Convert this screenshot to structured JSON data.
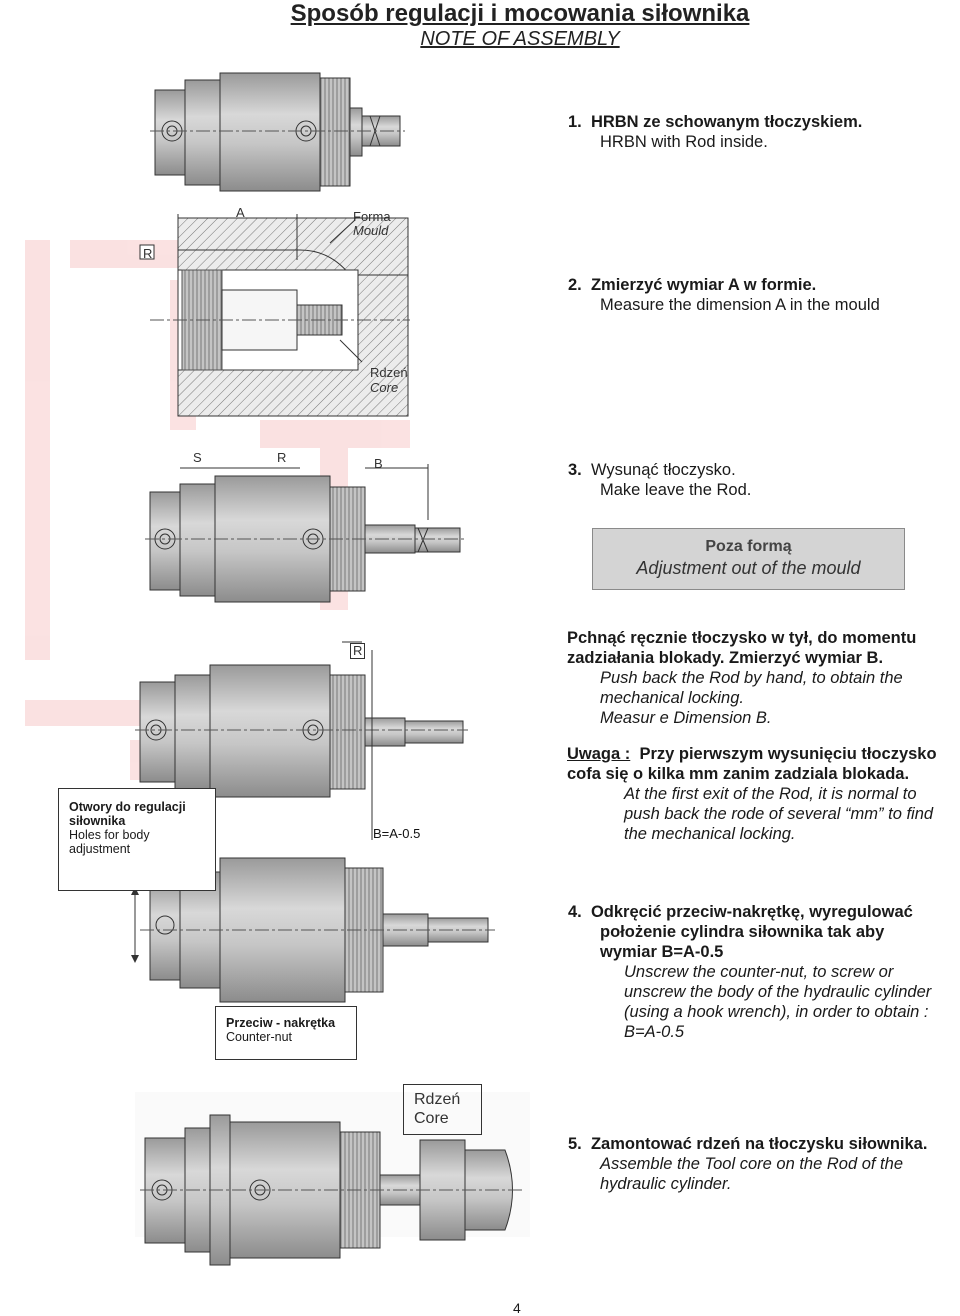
{
  "header": {
    "title": "Sposób regulacji i mocowania siłownika",
    "subtitle": "NOTE OF ASSEMBLY"
  },
  "steps": [
    {
      "num": "1.",
      "pl": "HRBN ze schowanym tłoczyskiem.",
      "en": "HRBN with Rod inside."
    },
    {
      "num": "2.",
      "pl": "Zmierzyć wymiar A w formie.",
      "en": "Measure the dimension A in the mould"
    },
    {
      "num": "3.",
      "pl": "Wysunąć tłoczysko.",
      "en": "Make leave the Rod."
    },
    {
      "num": "4.",
      "pl_lines": [
        "Odkręcić przeciw-nakrętkę, wyregulować",
        "położenie cylindra siłownika tak aby",
        "wymiar B=A-0.5"
      ],
      "en_lines": [
        "Unscrew the counter-nut, to screw or",
        "unscrew the body of the hydraulic cylinder",
        "(using a hook wrench), in order to obtain :",
        "B=A-0.5"
      ]
    },
    {
      "num": "5.",
      "pl": "Zamontować rdzeń na tłoczysku siłownika.",
      "en_lines": [
        "Assemble the Tool core on the Rod of the",
        "hydraulic cylinder."
      ]
    }
  ],
  "banner": {
    "pl": "Poza formą",
    "en": "Adjustment out of the mould"
  },
  "push_text": {
    "pl_lines": [
      "Pchnąć ręcznie tłoczysko w tył, do momentu",
      "zadziałania blokady. Zmierzyć wymiar B."
    ],
    "en_lines": [
      "Push back the Rod by hand, to obtain the",
      "mechanical locking.",
      "Measur e Dimension B."
    ]
  },
  "note": {
    "label": "Uwaga :",
    "pl_first": "Przy pierwszym wysunięciu tłoczysko",
    "pl_second": "cofa się o kilka mm zanim zadziala blokada.",
    "en_lines": [
      "At the first exit of the Rod, it is normal to",
      "push back the rode of several “mm” to find",
      "the mechanical locking."
    ]
  },
  "labels": {
    "forma_pl": "Forma",
    "forma_en": "Mould",
    "rdzen_pl": "Rdzeń",
    "rdzen_en": "Core",
    "dim_a": "A",
    "dim_b": "B",
    "dim_r": "R",
    "dim_s": "S",
    "dim_b_eq": "B=A-0.5",
    "holes_pl_1": "Otwory do regulacji",
    "holes_pl_2": "siłownika",
    "holes_en_1": "Holes for body",
    "holes_en_2": "adjustment",
    "nut_pl": "Przeciw - nakrętka",
    "nut_en": "Counter-nut"
  },
  "footer": {
    "page": "4"
  }
}
